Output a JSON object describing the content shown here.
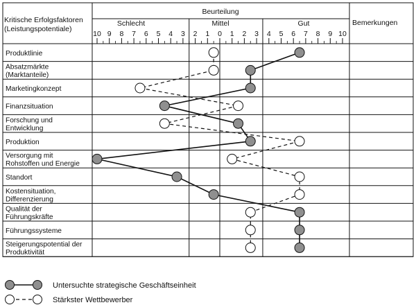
{
  "header": {
    "factors_title_line1": "Kritische Erfolgsfaktoren",
    "factors_title_line2": "(Leistungspotentiale)",
    "rating_title": "Beurteilung",
    "remarks_title": "Bemerkungen",
    "bad_label": "Schlecht",
    "medium_label": "Mittel",
    "good_label": "Gut",
    "tick_labels": [
      "10",
      "9",
      "8",
      "7",
      "6",
      "5",
      "4",
      "3",
      "2",
      "1",
      "0",
      "1",
      "2",
      "3",
      "4",
      "5",
      "6",
      "7",
      "8",
      "9",
      "10"
    ]
  },
  "legend": {
    "unit_label": "Untersuchte strategische Geschäftseinheit",
    "competitor_label": "Stärkster Wettbewerber"
  },
  "colors": {
    "unit_fill": "#8f8f8f",
    "competitor_fill": "#ffffff",
    "line": "#111111"
  },
  "chart_data": {
    "type": "line",
    "scale": {
      "tick_labels": [
        "10",
        "9",
        "8",
        "7",
        "6",
        "5",
        "4",
        "3",
        "2",
        "1",
        "0",
        "1",
        "2",
        "3",
        "4",
        "5",
        "6",
        "7",
        "8",
        "9",
        "10"
      ],
      "segments": [
        "Schlecht",
        "Mittel",
        "Gut"
      ]
    },
    "factors": [
      [
        "Produktlinie"
      ],
      [
        "Absatzmärkte",
        "(Marktanteile)"
      ],
      [
        "Marketingkonzept"
      ],
      [
        "Finanzsituation"
      ],
      [
        "Forschung und",
        "Entwicklung"
      ],
      [
        "Produktion"
      ],
      [
        "Versorgung mit",
        "Rohstoffen und Energie"
      ],
      [
        "Standort"
      ],
      [
        "Kostensituation,",
        "Differenzierung"
      ],
      [
        "Qualität der",
        "Führungskräfte"
      ],
      [
        "Führungssysteme"
      ],
      [
        "Steigerungspotential der",
        "Produktivität"
      ]
    ],
    "series": [
      {
        "name": "Untersuchte strategische Geschäftseinheit",
        "style": "solid-filled",
        "values": [
          16.5,
          12.5,
          12.5,
          5.5,
          11.5,
          12.5,
          0,
          6.5,
          9.5,
          16.5,
          16.5,
          16.5
        ]
      },
      {
        "name": "Stärkster Wettbewerber",
        "style": "dashed-open",
        "values": [
          9.5,
          9.5,
          3.5,
          11.5,
          5.5,
          16.5,
          11.0,
          16.5,
          16.5,
          12.5,
          12.5,
          12.5
        ]
      }
    ]
  }
}
